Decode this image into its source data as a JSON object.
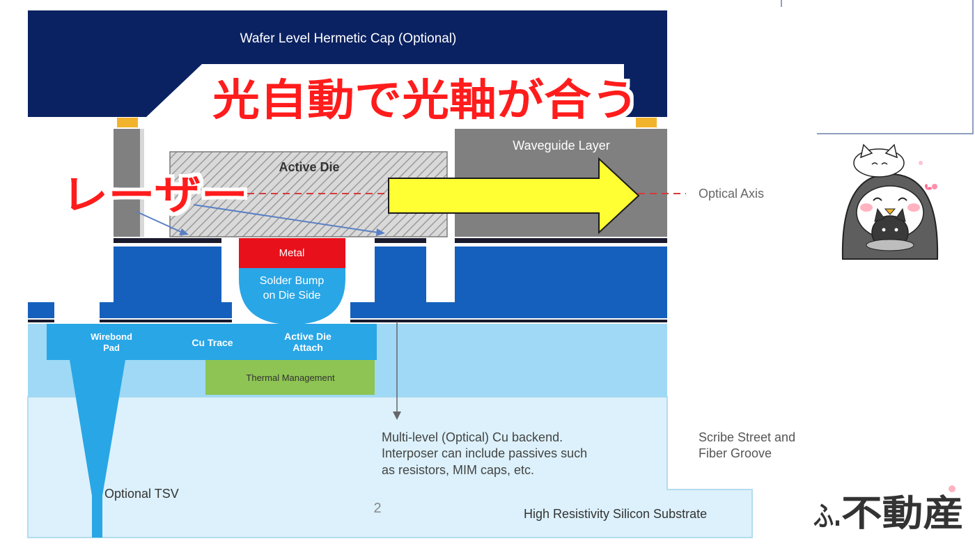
{
  "diagram": {
    "cap_label": "Wafer Level Hermetic Cap (Optional)",
    "waveguide_label": "Waveguide Layer",
    "active_die_label": "Active Die",
    "optical_axis_label": "Optical Axis",
    "metal_label": "Metal",
    "solder_bump_line1": "Solder Bump",
    "solder_bump_line2": "on Die Side",
    "wirebond_line1": "Wirebond",
    "wirebond_line2": "Pad",
    "cu_trace_label": "Cu Trace",
    "die_attach_line1": "Active Die",
    "die_attach_line2": "Attach",
    "thermal_label": "Thermal Management",
    "backend_line1": "Multi-level (Optical) Cu backend.",
    "backend_line2": "Interposer can include passives such",
    "backend_line3": "as resistors, MIM caps, etc.",
    "scribe_line1": "Scribe Street and",
    "scribe_line2": "Fiber Groove",
    "tsv_label": "Optional TSV",
    "substrate_label": "High Resistivity Silicon Substrate",
    "page_number": "2"
  },
  "overlay": {
    "title_jp": "光自動で光軸が合う",
    "laser_jp": "レーザー",
    "logo_jp": "不動産",
    "logo_fragment": "ふ."
  },
  "colors": {
    "cap_navy": "#0b2262",
    "interposer_blue": "#1560bd",
    "light_blue": "#9fd9f5",
    "substrate_blue": "#dcf1fb",
    "metal_red": "#e8101a",
    "bump_blue": "#29a6e6",
    "thermal_green": "#8dc453",
    "waveguide_gray": "#808080",
    "arrow_yellow": "#ffff33",
    "overlay_red": "#ff1a1a",
    "pad_gold": "#f2b32c"
  }
}
